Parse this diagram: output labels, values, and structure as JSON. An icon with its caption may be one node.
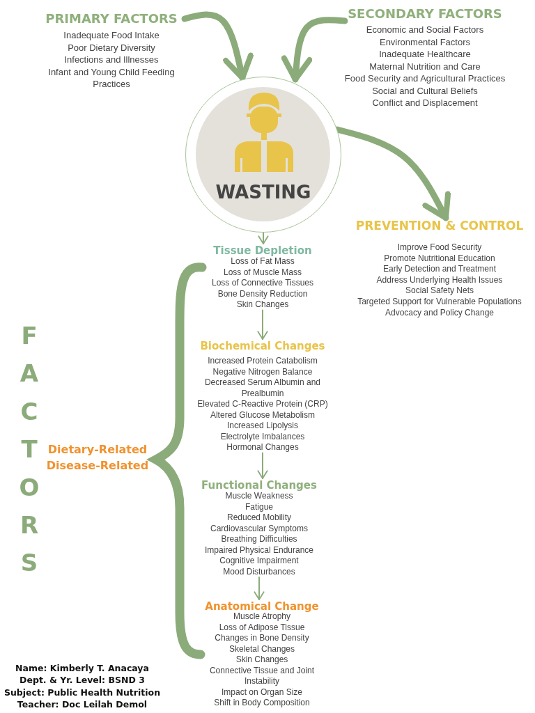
{
  "diagram": {
    "nodes": [
      {
        "text": [
          "PRIMARY FACTORS",
          "Inadequate Food Intake",
          "Poor Dietary Diversity",
          "Infections and Illnesses",
          "Infant and Young Child Feeding Practices"
        ]
      },
      {
        "text": [
          "SECONDARY FACTORS",
          "Economic and Social Factors",
          "Environmental Factors",
          "Inadequate Healthcare",
          "Maternal Nutrition and Care",
          "Food Security and Agricultural Practices",
          "Social and Cultural Beliefs",
          "Conflict and Displacement"
        ]
      },
      {
        "text": [
          "WASTING"
        ]
      },
      {
        "text": [
          "PREVENTION & CONTROL",
          "Improve Food Security",
          "Promote Nutritional Education",
          "Early Detection and Treatment",
          "Address Underlying Health Issues",
          "Social Safety Nets",
          "Targeted Support for Vulnerable Populations",
          "Advocacy and Policy Change"
        ]
      },
      {
        "text": [
          "Tissue Depletion",
          "Loss of Fat Mass",
          "Loss of Muscle Mass",
          "Loss of Connective Tissues",
          "Bone Density Reduction",
          "Skin Changes"
        ]
      },
      {
        "text": [
          "Biochemical Changes",
          "Increased Protein Catabolism",
          "Negative Nitrogen Balance",
          "Decreased Serum Albumin and Prealbumin",
          "Elevated C-Reactive Protein (CRP)",
          "Altered Glucose Metabolism",
          "Increased Lipolysis",
          "Electrolyte Imbalances",
          "Hormonal Changes"
        ]
      },
      {
        "text": [
          "Functional Changes",
          "Muscle Weakness",
          "Fatigue",
          "Reduced Mobility",
          "Cardiovascular Symptoms",
          "Breathing Difficulties",
          "Impaired Physical Endurance",
          "Cognitive Impairment",
          "Mood Disturbances"
        ]
      },
      {
        "text": [
          "Anatomical Change",
          "Muscle Atrophy",
          "Loss of Adipose Tissue",
          "Changes in Bone Density",
          "Skeletal Changes",
          "Skin Changes",
          "Connective Tissue and Joint Instability",
          "Impact on Organ Size",
          "Shift in Body Composition"
        ]
      }
    ],
    "edges": [
      {
        "from": 0,
        "to": 2,
        "arrow": "to",
        "style": "thick"
      },
      {
        "from": 1,
        "to": 2,
        "arrow": "to",
        "style": "thick"
      },
      {
        "from": 2,
        "to": 3,
        "arrow": "to",
        "style": "thick"
      },
      {
        "from": 2,
        "to": 4,
        "arrow": "to"
      },
      {
        "from": 4,
        "to": 5,
        "arrow": "to"
      },
      {
        "from": 5,
        "to": 6,
        "arrow": "to"
      },
      {
        "from": 6,
        "to": 7,
        "arrow": "to"
      }
    ],
    "labels": [
      "FACTORS",
      "Dietary-Related",
      "Disease-Related",
      "Name: Kimberly T. Anacaya",
      "Dept. & Yr. Level: BSND 3",
      "Subject: Public Health Nutrition",
      "Teacher: Doc Leilah Demol"
    ]
  }
}
